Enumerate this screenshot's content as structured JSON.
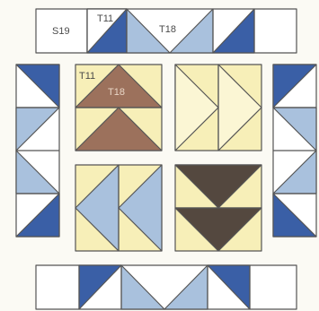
{
  "palette": {
    "navy": "#3a5fa6",
    "light_blue": "#a9c1dd",
    "cream": "#f7efb8",
    "brown": "#9c715c",
    "dark_brown": "#54483f",
    "white": "#ffffff",
    "outline": "#555555"
  },
  "labels": {
    "s19": "S19",
    "top_t11": "T11",
    "top_t18": "T18",
    "block_t11": "T11",
    "block_t18": "T18"
  },
  "diagram": {
    "kind": "quilt-block piecing diagram",
    "pieces": [
      "top border strip",
      "bottom border strip",
      "left border strip",
      "right border strip",
      "block with brown triangles",
      "block with cream arrows",
      "block with blue arrows",
      "block with dark brown triangles"
    ]
  }
}
